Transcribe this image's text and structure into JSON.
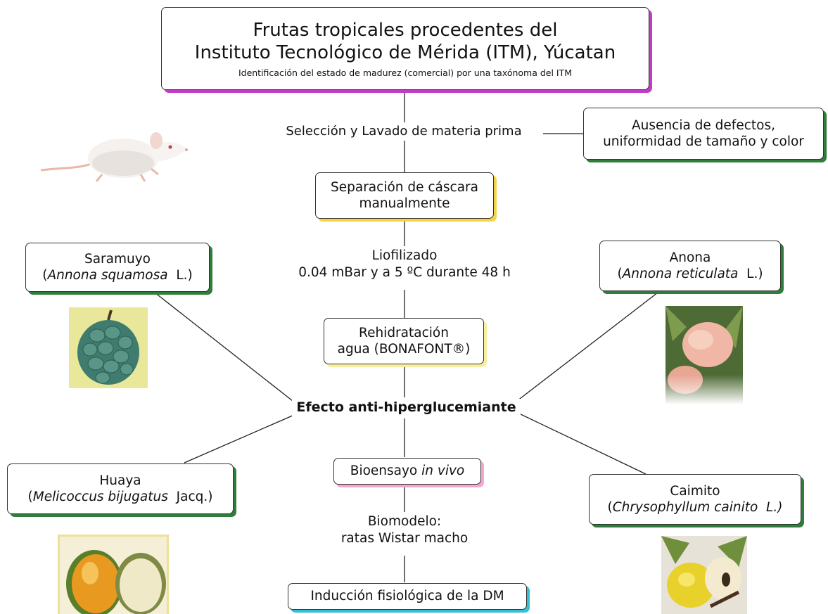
{
  "title": {
    "line1": "Frutas tropicales procedentes del",
    "line2": "Instituto Tecnológico de Mérida (ITM), Yúcatan",
    "subtitle": "Identificación del estado de madurez (comercial) por una taxónoma del ITM"
  },
  "flow": {
    "seleccion": "Selección y Lavado de materia prima",
    "ausencia_l1": "Ausencia de defectos,",
    "ausencia_l2": "uniformidad de tamaño y color",
    "separacion_l1": "Separación de cáscara",
    "separacion_l2": "manualmente",
    "liofilizado_l1": "Liofilizado",
    "liofilizado_l2": "0.04 mBar y a 5 ºC durante 48 h",
    "rehidratacion_l1": "Rehidratación",
    "rehidratacion_l2": "agua (BONAFONT®)",
    "efecto": "Efecto anti-hiperglucemiante",
    "bioensayo_a": "Bioensayo ",
    "bioensayo_b": "in vivo",
    "biomodelo_l1": "Biomodelo:",
    "biomodelo_l2": "ratas Wistar macho",
    "induccion": "Inducción fisiológica de la DM"
  },
  "fruits": {
    "saramuyo": {
      "name": "Saramuyo",
      "open": "(",
      "species": "Annona squamosa",
      "author": "  L.)"
    },
    "anona": {
      "name": "Anona",
      "open": "(",
      "species": "Annona reticulata",
      "author": "  L.)"
    },
    "huaya": {
      "name": "Huaya",
      "open": "(",
      "species": "Melicoccus bijugatus",
      "author": "  Jacq.)"
    },
    "caimito": {
      "name": "Caimito",
      "open": "(",
      "species": "Chrysophyllum cainito  L.)",
      "author": ""
    }
  },
  "colors": {
    "green": "#2e7d3a",
    "magenta": "#c23ac8",
    "yellow": "#f2d34a",
    "pink": "#f3a7cf",
    "cyan": "#32c1d6"
  }
}
